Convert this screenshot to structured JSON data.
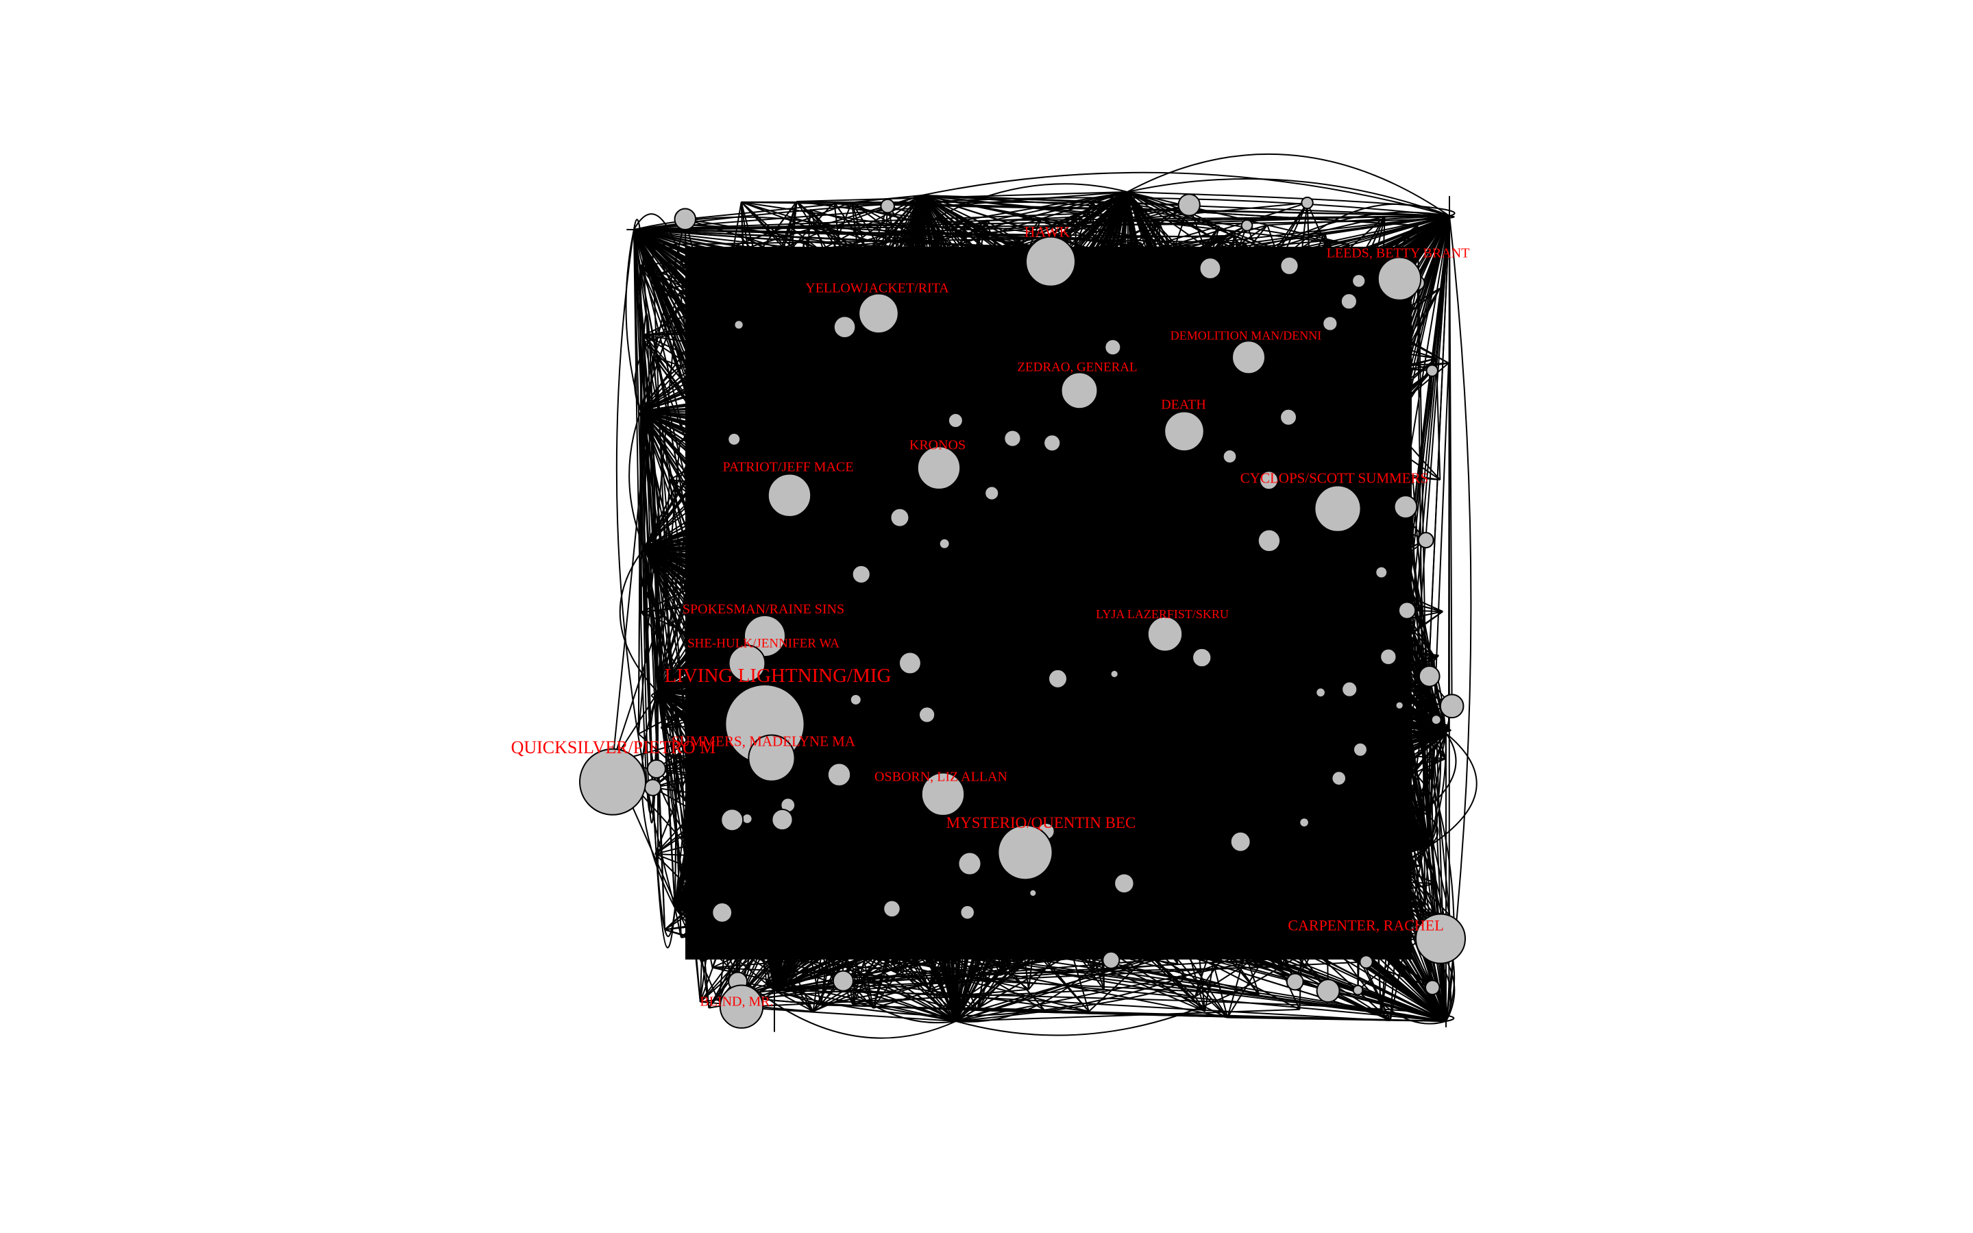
{
  "graph": {
    "edge_color": "#000000",
    "node_fill": "#bebebe",
    "label_color": "#ff0000",
    "nodes": [
      {
        "id": "hawk",
        "label": "HAWK",
        "weight": 3.0
      },
      {
        "id": "leeds-betty-brant",
        "label": "LEEDS, BETTY BRANT",
        "weight": 2.6
      },
      {
        "id": "yellowjacket-rita",
        "label": "YELLOWJACKET/RITA",
        "weight": 2.4
      },
      {
        "id": "zedrao-general",
        "label": "ZEDRAO, GENERAL",
        "weight": 2.2
      },
      {
        "id": "demolition-man",
        "label": "DEMOLITION MAN/DENNI",
        "weight": 2.0
      },
      {
        "id": "death",
        "label": "DEATH",
        "weight": 2.4
      },
      {
        "id": "kronos",
        "label": "KRONOS",
        "weight": 2.6
      },
      {
        "id": "patriot-jeff-mace",
        "label": "PATRIOT/JEFF MACE",
        "weight": 2.6
      },
      {
        "id": "cyclops-scott",
        "label": "CYCLOPS/SCOTT SUMMERS",
        "weight": 2.8
      },
      {
        "id": "spokesman-raine-sins",
        "label": "SPOKESMAN/RAINE SINS",
        "weight": 2.5
      },
      {
        "id": "she-hulk",
        "label": "SHE-HULK/JENNIFER WA",
        "weight": 2.2
      },
      {
        "id": "living-lightning",
        "label": "LIVING LIGHTNING/MIG",
        "weight": 4.8
      },
      {
        "id": "summers-madelyne",
        "label": "SUMMERS, MADELYNE MA",
        "weight": 2.8
      },
      {
        "id": "quicksilver",
        "label": "QUICKSILVER/PIETRO M",
        "weight": 4.0
      },
      {
        "id": "lyja",
        "label": "LYJA LAZERFIST/SKRU",
        "weight": 2.1
      },
      {
        "id": "osborn-liz",
        "label": "OSBORN, LIZ ALLAN",
        "weight": 2.6
      },
      {
        "id": "mysterio",
        "label": "MYSTERIO/QUENTIN BEC",
        "weight": 3.3
      },
      {
        "id": "carpenter-rachel",
        "label": "CARPENTER, RACHEL",
        "weight": 3.0
      },
      {
        "id": "blind-mr",
        "label": "BLIND, MR.",
        "weight": 2.6
      }
    ]
  }
}
